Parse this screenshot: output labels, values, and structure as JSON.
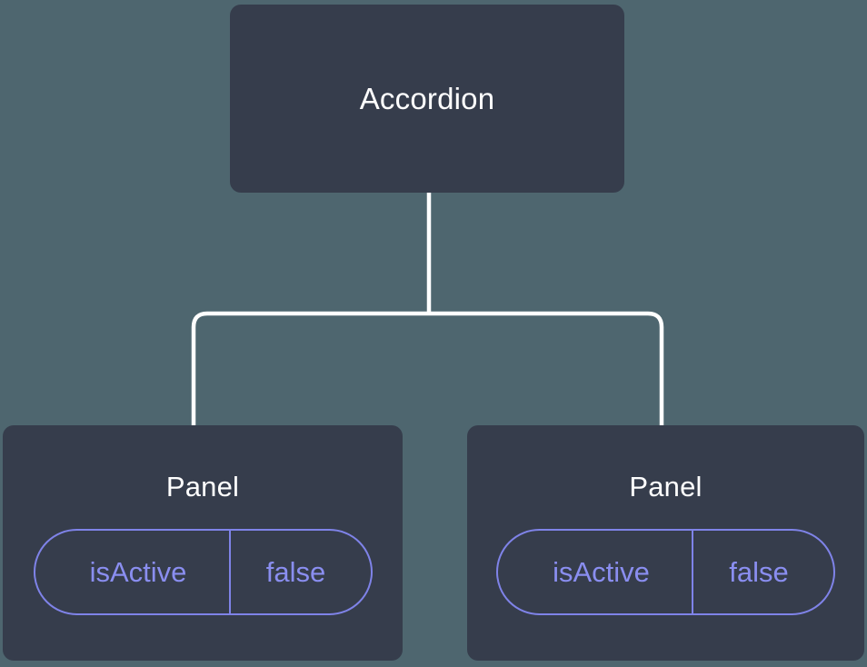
{
  "diagram": {
    "type": "component-tree",
    "background_color": "#4e666f",
    "node_fill_color": "#363d4c",
    "node_text_color": "#ffffff",
    "edge_color": "#ffffff",
    "prop_accent_color": "#8a8ef0",
    "root": {
      "label": "Accordion"
    },
    "children": [
      {
        "label": "Panel",
        "props": [
          {
            "key": "isActive",
            "value": "false"
          }
        ]
      },
      {
        "label": "Panel",
        "props": [
          {
            "key": "isActive",
            "value": "false"
          }
        ]
      }
    ]
  }
}
